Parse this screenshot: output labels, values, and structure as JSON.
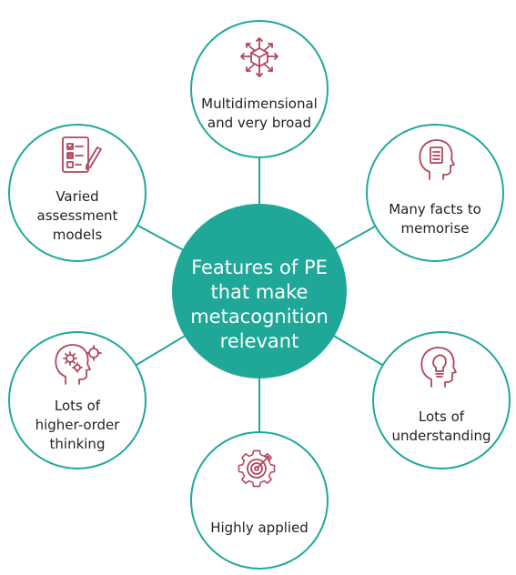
{
  "center": {
    "lines": [
      "Features of PE",
      "that make",
      "metacognition",
      "relevant"
    ]
  },
  "nodes": [
    {
      "id": "multidimensional",
      "lines": [
        "Multidimensional",
        "and very broad"
      ],
      "icon": "cube-arrows-icon"
    },
    {
      "id": "many-facts",
      "lines": [
        "Many facts to",
        "memorise"
      ],
      "icon": "head-document-icon"
    },
    {
      "id": "understanding",
      "lines": [
        "Lots of",
        "understanding"
      ],
      "icon": "head-lightbulb-icon"
    },
    {
      "id": "applied",
      "lines": [
        "Highly applied"
      ],
      "icon": "gear-target-icon"
    },
    {
      "id": "higher-order",
      "lines": [
        "Lots of",
        "higher-order",
        "thinking"
      ],
      "icon": "head-gears-icon"
    },
    {
      "id": "assessment",
      "lines": [
        "Varied",
        "assessment",
        "models"
      ],
      "icon": "checklist-pencil-icon"
    }
  ],
  "colors": {
    "teal": "#1fa898",
    "icon": "#b0465a",
    "text": "#222222"
  }
}
